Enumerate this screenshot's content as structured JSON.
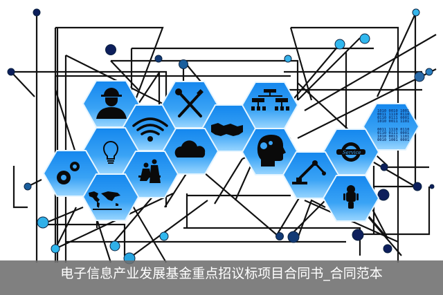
{
  "image": {
    "description": "Blue hexagon technology icons connected by black network lines with colored node circles",
    "background": "#ffffff",
    "hex_gradient_top": "#1a8cf0",
    "hex_gradient_bottom": "#8fd0ff",
    "hex_border": "#dff2ff",
    "icon_color": "#0a0a0a",
    "line_color": "#111111"
  },
  "hexagons": [
    {
      "name": "worker-icon",
      "label": "worker with hard hat"
    },
    {
      "name": "wifi-icon",
      "label": "wifi signal"
    },
    {
      "name": "tools-icon",
      "label": "wrench and screwdriver"
    },
    {
      "name": "handshake-icon",
      "label": "handshake"
    },
    {
      "name": "org-chart-icon",
      "label": "organization chart"
    },
    {
      "name": "binary-code-icon",
      "label": "binary code",
      "text_lines": [
        "1010 0010 1001",
        "0011 1110 0110",
        "0110 0111 0001",
        "1010 0011 1101",
        "",
        "0011 1110 0110",
        "0110 0111 0001",
        "1010 0011 1101",
        "0010 1001 0001"
      ]
    },
    {
      "name": "lightbulb-icon",
      "label": "light bulb"
    },
    {
      "name": "cloud-icon",
      "label": "cloud"
    },
    {
      "name": "head-gears-icon",
      "label": "head with gears"
    },
    {
      "name": "service-gear-icon",
      "label": "service gear",
      "text": "Service"
    },
    {
      "name": "gears-icon",
      "label": "gears"
    },
    {
      "name": "meeting-people-icon",
      "label": "people meeting"
    },
    {
      "name": "robot-arm-icon",
      "label": "robot arm"
    },
    {
      "name": "world-map-icon",
      "label": "world map"
    },
    {
      "name": "robot-icon",
      "label": "robot"
    }
  ],
  "caption": {
    "text": "电子信息产业发展基金重点招议标项目合同书_合同范本"
  }
}
